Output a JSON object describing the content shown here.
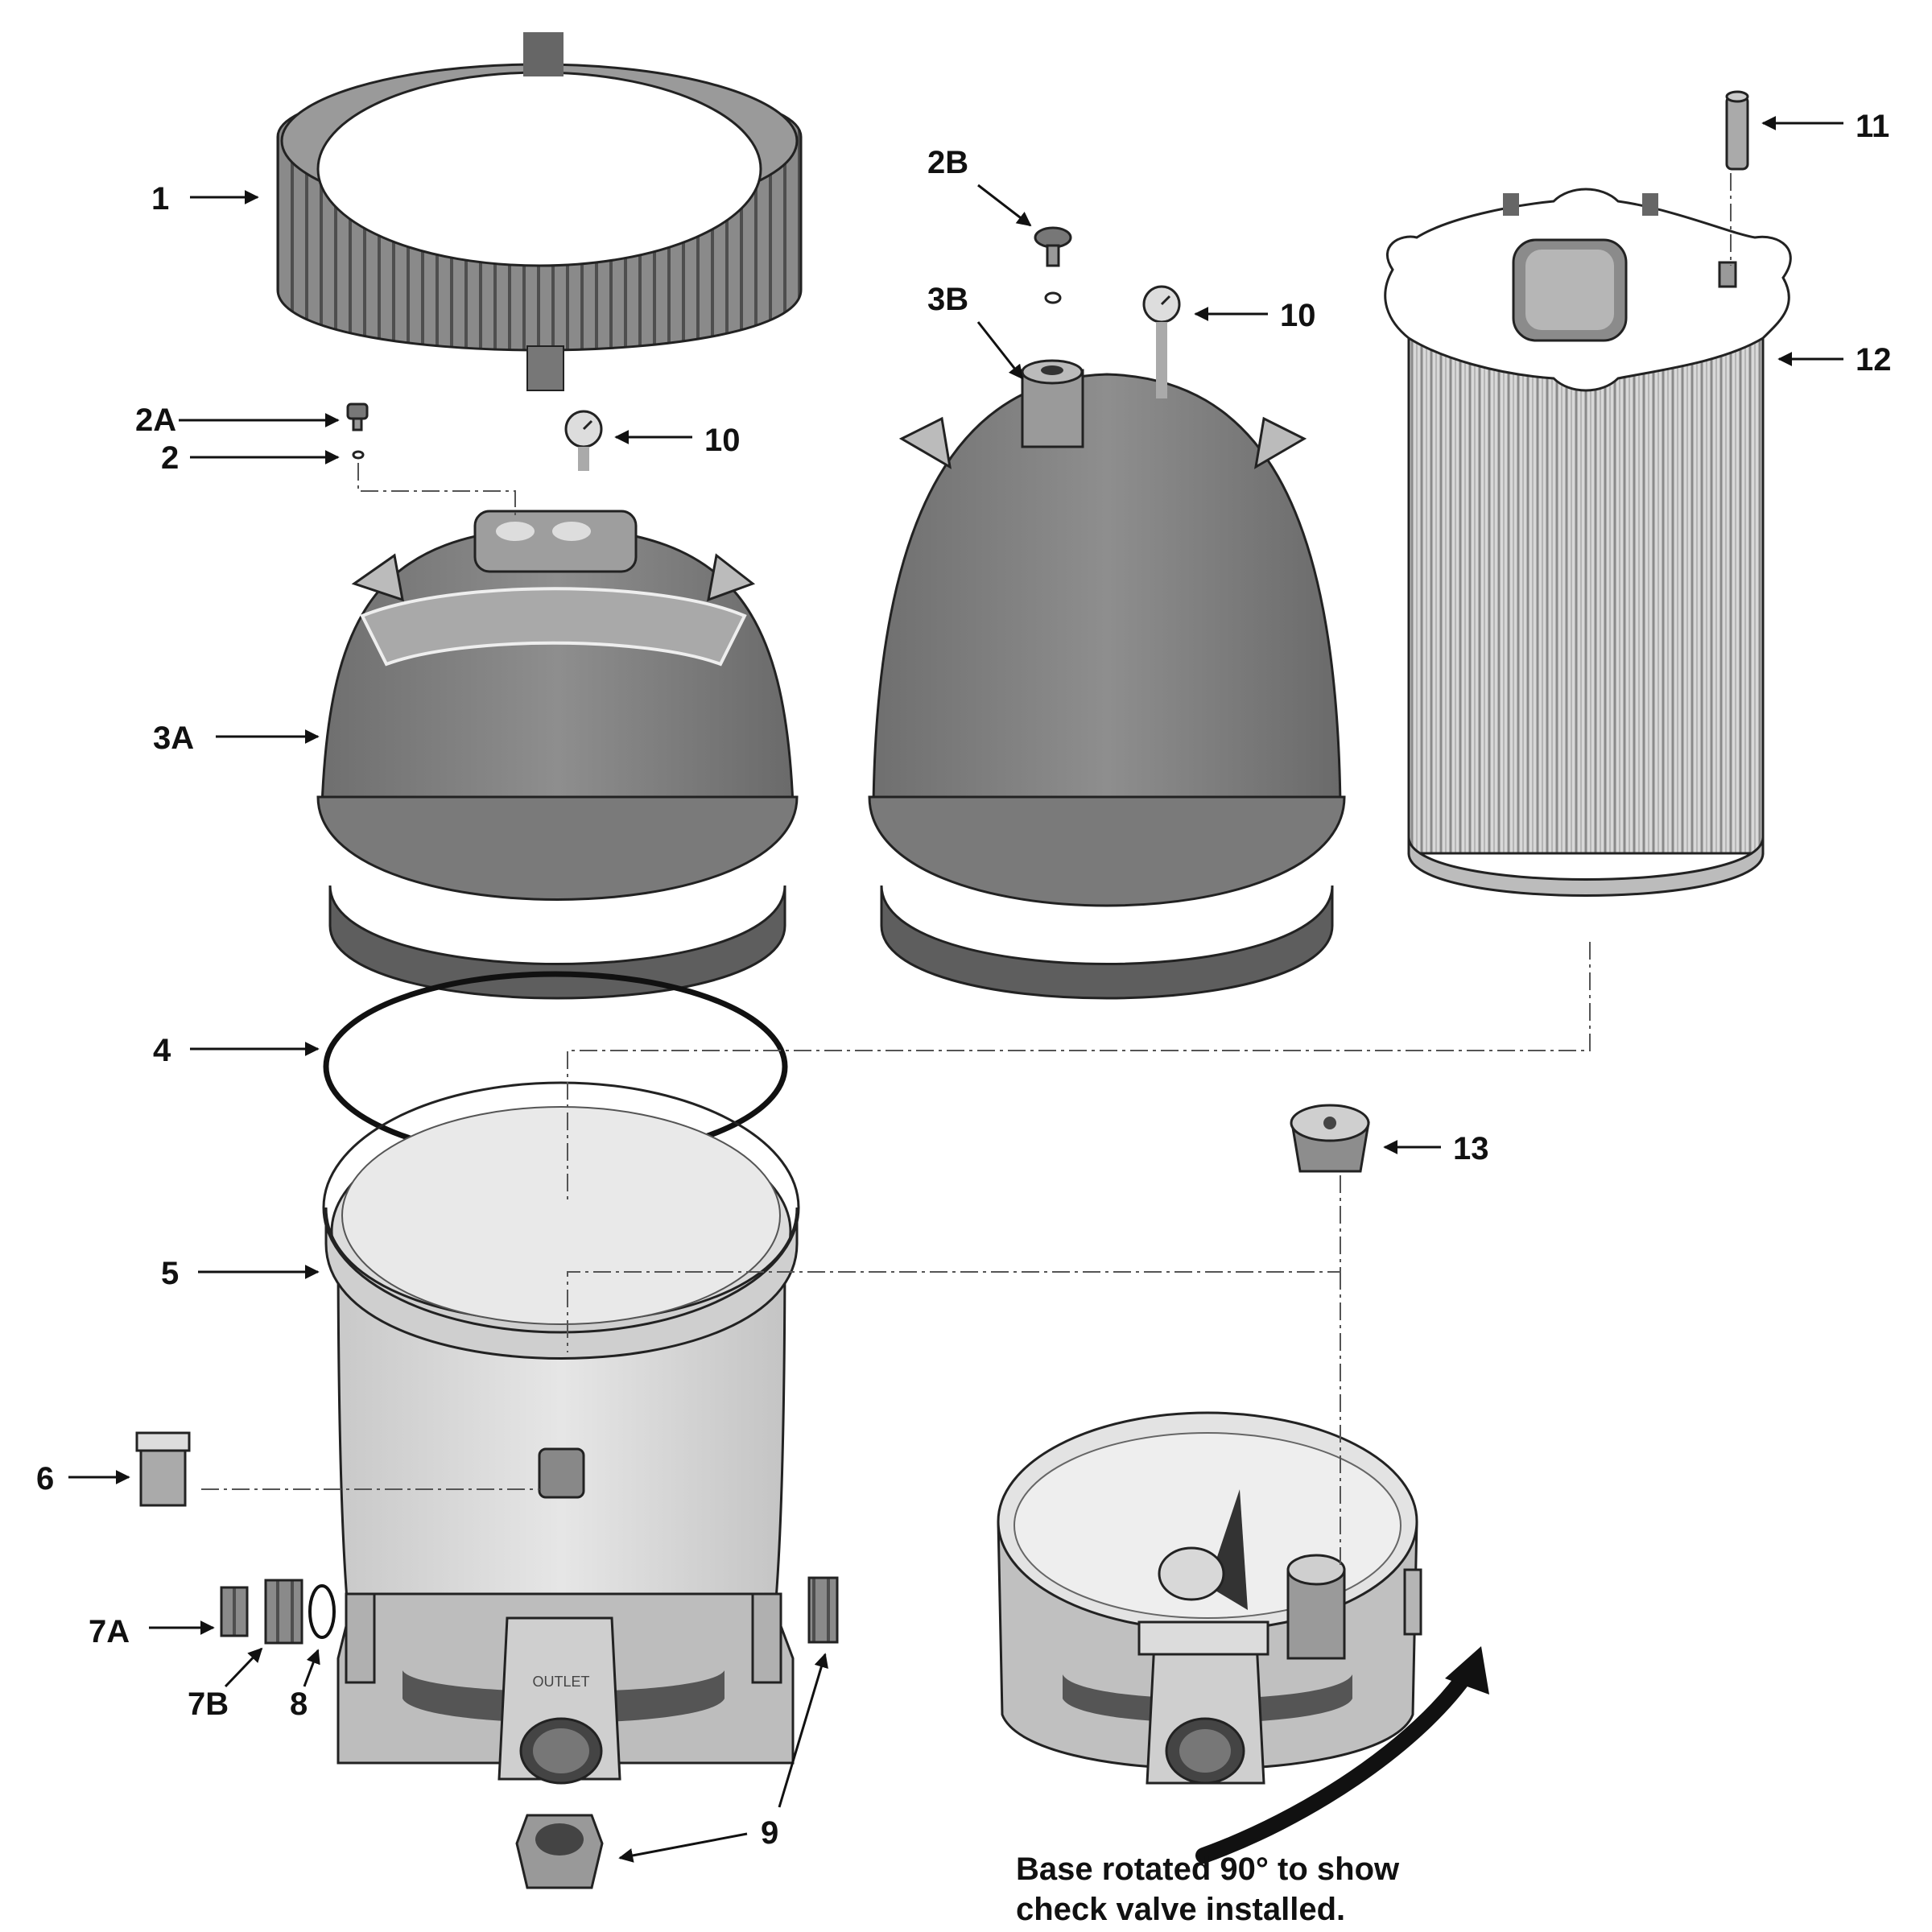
{
  "labels": {
    "p1": "1",
    "p2": "2",
    "p2A": "2A",
    "p2B": "2B",
    "p3A": "3A",
    "p3B": "3B",
    "p4": "4",
    "p5": "5",
    "p6": "6",
    "p7A": "7A",
    "p7B": "7B",
    "p8": "8",
    "p9": "9",
    "p10a": "10",
    "p10b": "10",
    "p11": "11",
    "p12": "12",
    "p13": "13",
    "outlet": "OUTLET"
  },
  "caption": {
    "line1": "Base rotated 90° to show",
    "line2": "check valve installed."
  }
}
